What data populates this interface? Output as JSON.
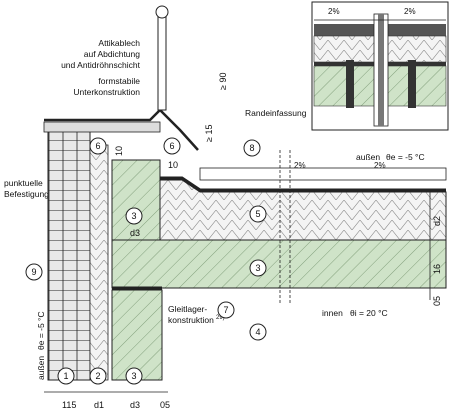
{
  "labels": {
    "attika": [
      "Attikablech",
      "auf Abdichtung",
      "und Antidröhnschicht"
    ],
    "formstabile": [
      "formstabile",
      "Unterkonstruktion"
    ],
    "randeinfassung": "Randeinfassung",
    "punktuelle": [
      "punktuelle",
      "Befestigung"
    ],
    "gleitlager": [
      "Gleitlager-",
      "konstruktion"
    ],
    "gleitlager_ref": "29)",
    "aussen_right": "außen",
    "theta_e_right": "θe = -5 °C",
    "innen": "innen",
    "theta_i": "θi = 20 °C",
    "aussen_left": "außen",
    "theta_e_left": "θe = -5 °C"
  },
  "slopes": [
    "2%",
    "2%",
    "2%",
    "2%"
  ],
  "dims": {
    "ge90": "≥ 90",
    "ge15": "≥ 15",
    "d10a": "10",
    "d10b": "10",
    "d2": "d2",
    "d16": "16",
    "d05": "05",
    "d3_mid": "d3",
    "bottom": [
      "115",
      "d1",
      "d3",
      "05"
    ]
  },
  "callouts": [
    "1",
    "2",
    "3",
    "3",
    "3",
    "4",
    "5",
    "6",
    "6",
    "7",
    "8",
    "9"
  ]
}
